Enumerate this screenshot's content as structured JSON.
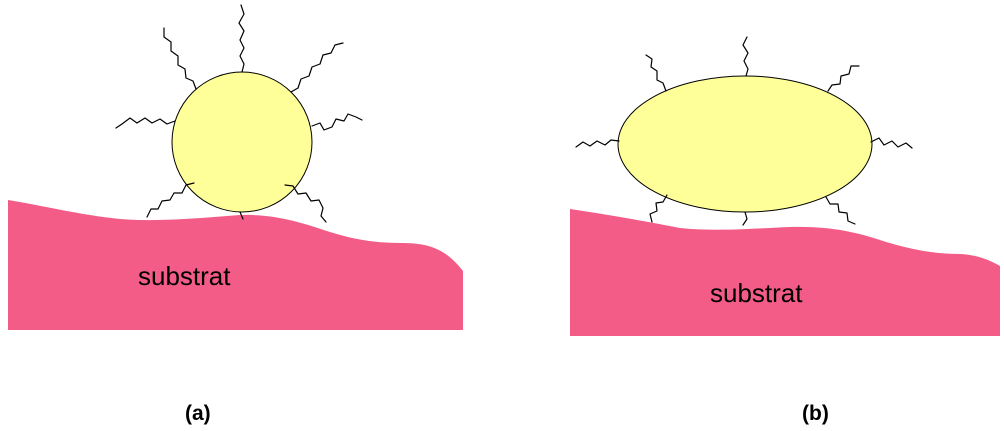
{
  "panels": [
    {
      "label": "(a)",
      "substrate_label": "substrat",
      "colors": {
        "substrate": "#f25c87",
        "particle": "#ffff99",
        "ligand": "#000000"
      }
    },
    {
      "label": "(b)",
      "substrate_label": "substrat",
      "colors": {
        "substrate": "#f25c87",
        "particle": "#ffff99",
        "ligand": "#000000"
      }
    }
  ]
}
